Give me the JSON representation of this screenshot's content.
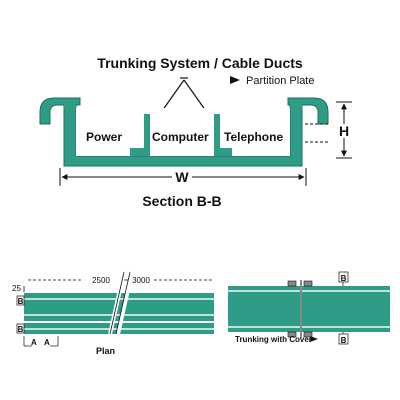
{
  "section": {
    "title": "Trunking System / Cable Ducts",
    "partition_label": "Partition Plate",
    "compartments": [
      "Power",
      "Computer",
      "Telephone"
    ],
    "height_label": "H",
    "width_label": "W",
    "caption": "Section B-B"
  },
  "plan": {
    "dim_left": "2500",
    "dim_right": "3000",
    "dim_edge": "25",
    "section_markers": [
      "B",
      "B"
    ],
    "view_markers": [
      "A",
      "A"
    ],
    "caption": "Plan"
  },
  "cover": {
    "section_markers": [
      "B",
      "B"
    ],
    "caption": "Trunking with Cover"
  },
  "colors": {
    "duct_green": "#2e9c86",
    "duct_dark": "#1f6e5e",
    "stripe_light": "#bfe3da",
    "line": "#111111"
  }
}
